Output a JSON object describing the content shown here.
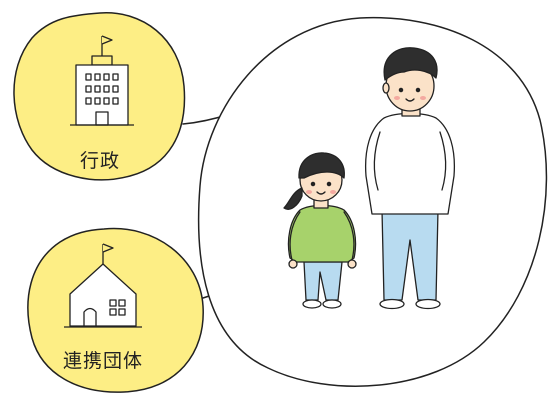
{
  "bubbles": {
    "government": {
      "label": "行政",
      "icon": "city-hall-building-icon"
    },
    "partner": {
      "label": "連携団体",
      "icon": "school-building-icon"
    }
  },
  "scene": {
    "figures": [
      "child",
      "adult"
    ]
  },
  "colors": {
    "bubble_fill": "#fdee85",
    "line": "#222222",
    "child_sweater": "#a7d26b",
    "child_pants": "#b8dbf0",
    "adult_sweater": "#ffffff",
    "adult_pants": "#b8dbf0",
    "skin": "#fbe2c8",
    "cheek": "#f4a9a0",
    "hair": "#2e2e2e"
  }
}
